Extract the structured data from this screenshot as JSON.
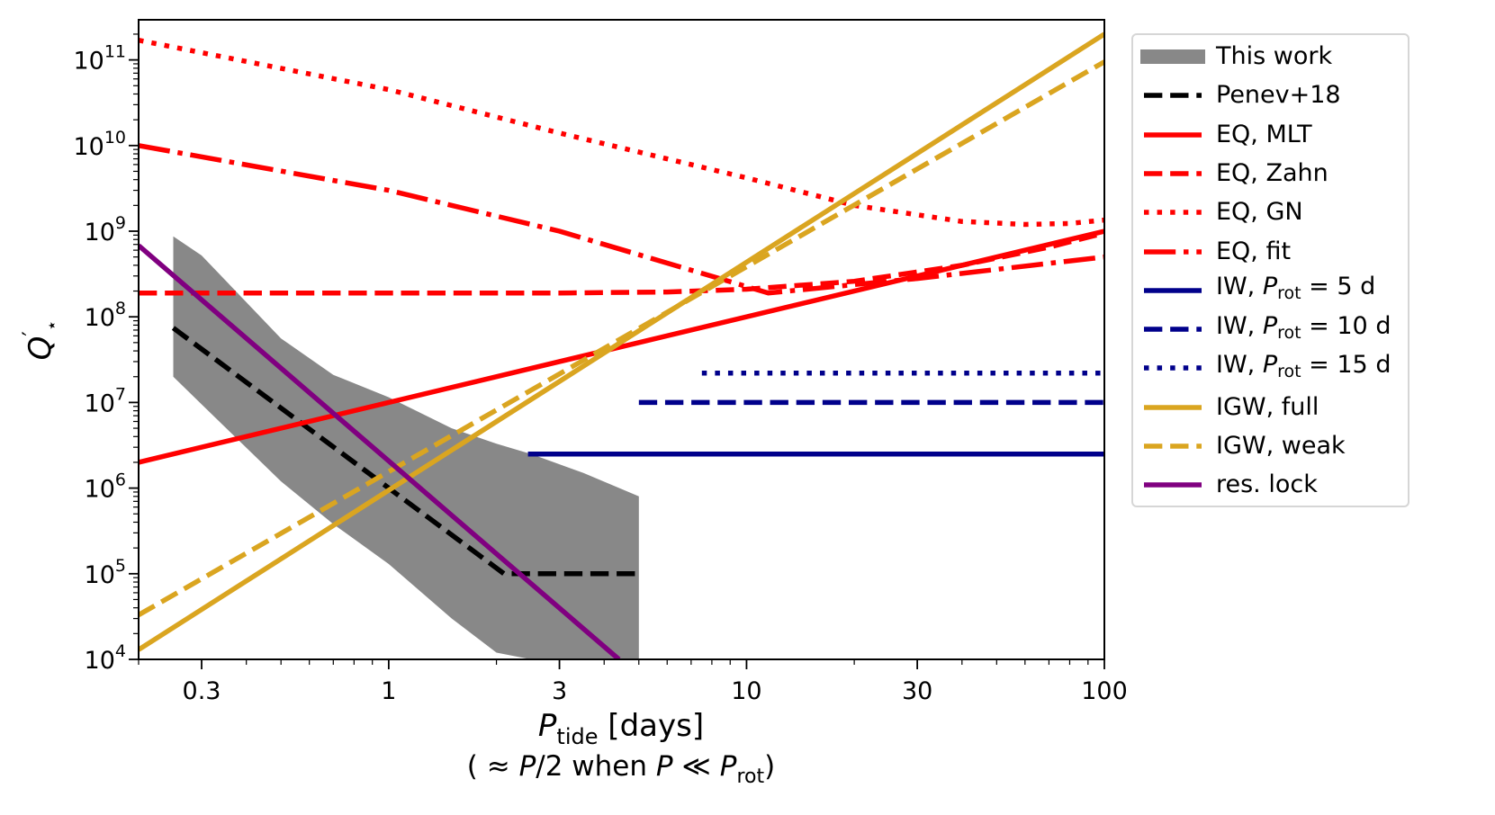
{
  "chart_data": {
    "type": "line",
    "title": "",
    "xlabel": "P_tide [days]",
    "xlabel_line1_main": "P",
    "xlabel_line1_sub": "tide",
    "xlabel_line1_rest": " [days]",
    "xlabel_line2": "( ≈ P/2 when P ≪ P_rot)",
    "ylabel": "Q′⋆",
    "xscale": "log",
    "yscale": "log",
    "xlim": [
      0.2,
      100
    ],
    "ylim": [
      10000,
      300000000000
    ],
    "grid": false,
    "legend_position": "outside right, upper",
    "xticks": [
      {
        "value": 0.3,
        "label": "0.3"
      },
      {
        "value": 1,
        "label": "1"
      },
      {
        "value": 3,
        "label": "3"
      },
      {
        "value": 10,
        "label": "10"
      },
      {
        "value": 30,
        "label": "30"
      },
      {
        "value": 100,
        "label": "100"
      }
    ],
    "yticks": [
      {
        "value": 10000,
        "base": "10",
        "exp": "4"
      },
      {
        "value": 100000,
        "base": "10",
        "exp": "5"
      },
      {
        "value": 1000000,
        "base": "10",
        "exp": "6"
      },
      {
        "value": 10000000,
        "base": "10",
        "exp": "7"
      },
      {
        "value": 100000000,
        "base": "10",
        "exp": "8"
      },
      {
        "value": 1000000000,
        "base": "10",
        "exp": "9"
      },
      {
        "value": 10000000000,
        "base": "10",
        "exp": "10"
      },
      {
        "value": 100000000000,
        "base": "10",
        "exp": "11"
      }
    ],
    "band": {
      "name": "This work",
      "color": "#888888",
      "x": [
        0.25,
        0.3,
        0.5,
        0.7,
        1.0,
        1.5,
        2.0,
        2.5,
        3.5,
        5.0
      ],
      "upper": [
        870000000,
        520000000,
        56000000,
        21000000,
        11500000,
        5000000,
        3300000,
        2500000,
        1500000,
        800000
      ],
      "lower": [
        20000000,
        9500000,
        1200000,
        380000,
        130000,
        30000,
        12000,
        10000,
        10000,
        10000
      ]
    },
    "series": [
      {
        "name": "Penev+18",
        "color": "#000000",
        "style": "dashed",
        "x": [
          0.25,
          2.1,
          5.0
        ],
        "y": [
          74000000,
          100000,
          100000
        ]
      },
      {
        "name": "EQ, MLT",
        "color": "#ff0000",
        "style": "solid",
        "x": [
          0.2,
          100
        ],
        "y": [
          2000000,
          1000000000
        ]
      },
      {
        "name": "EQ, Zahn",
        "color": "#ff0000",
        "style": "dashed",
        "x": [
          0.2,
          1,
          3,
          6,
          10,
          20,
          40,
          70,
          100
        ],
        "y": [
          190000000,
          190000000,
          190000000,
          195000000,
          210000000,
          260000000,
          400000000,
          650000000,
          950000000
        ]
      },
      {
        "name": "EQ, GN",
        "color": "#ff0000",
        "style": "dotted",
        "x": [
          0.2,
          1,
          3,
          10,
          20,
          40,
          60,
          80,
          100
        ],
        "y": [
          170000000000,
          45000000000,
          14000000000,
          4200000000,
          2000000000,
          1300000000,
          1200000000,
          1230000000,
          1350000000
        ]
      },
      {
        "name": "EQ, fit",
        "color": "#ff0000",
        "style": "dashdot",
        "x": [
          0.2,
          1,
          3,
          11.5,
          30,
          100
        ],
        "y": [
          10000000000,
          3000000000,
          1000000000,
          190000000,
          280000000,
          500000000
        ]
      },
      {
        "name": "IW, P_rot = 5 d",
        "label_main": "IW, ",
        "label_sub": "rot",
        "label_rest": " = 5 d",
        "color": "#00008b",
        "style": "solid",
        "x": [
          2.45,
          100
        ],
        "y": [
          2500000,
          2500000
        ]
      },
      {
        "name": "IW, P_rot = 10 d",
        "label_main": "IW, ",
        "label_sub": "rot",
        "label_rest": " = 10 d",
        "color": "#00008b",
        "style": "dashed",
        "x": [
          5.0,
          100
        ],
        "y": [
          10000000,
          10000000
        ]
      },
      {
        "name": "IW, P_rot = 15 d",
        "label_main": "IW, ",
        "label_sub": "rot",
        "label_rest": " = 15 d",
        "color": "#00008b",
        "style": "dotted",
        "x": [
          7.5,
          100
        ],
        "y": [
          22000000,
          22000000
        ]
      },
      {
        "name": "IGW, full",
        "color": "#daa520",
        "style": "solid",
        "x": [
          0.2,
          100
        ],
        "y": [
          13000,
          200000000000
        ]
      },
      {
        "name": "IGW, weak",
        "color": "#daa520",
        "style": "dashed",
        "x": [
          0.2,
          100
        ],
        "y": [
          33000,
          95000000000
        ]
      },
      {
        "name": "res. lock",
        "color": "#800080",
        "style": "solid",
        "x": [
          0.2,
          4.4
        ],
        "y": [
          680000000,
          10000
        ]
      }
    ]
  },
  "legend": {
    "items": [
      {
        "label": "This work",
        "kind": "band"
      },
      {
        "label": "Penev+18"
      },
      {
        "label": "EQ, MLT"
      },
      {
        "label": "EQ, Zahn"
      },
      {
        "label": "EQ, GN"
      },
      {
        "label": "EQ, fit"
      },
      {
        "label": "IW, P_rot = 5 d",
        "main": "IW, ",
        "sym": "P",
        "sub": "rot",
        "rest": " = 5 d"
      },
      {
        "label": "IW, P_rot = 10 d",
        "main": "IW, ",
        "sym": "P",
        "sub": "rot",
        "rest": " = 10 d"
      },
      {
        "label": "IW, P_rot = 15 d",
        "main": "IW, ",
        "sym": "P",
        "sub": "rot",
        "rest": " = 15 d"
      },
      {
        "label": "IGW, full"
      },
      {
        "label": "IGW, weak"
      },
      {
        "label": "res. lock"
      }
    ]
  }
}
